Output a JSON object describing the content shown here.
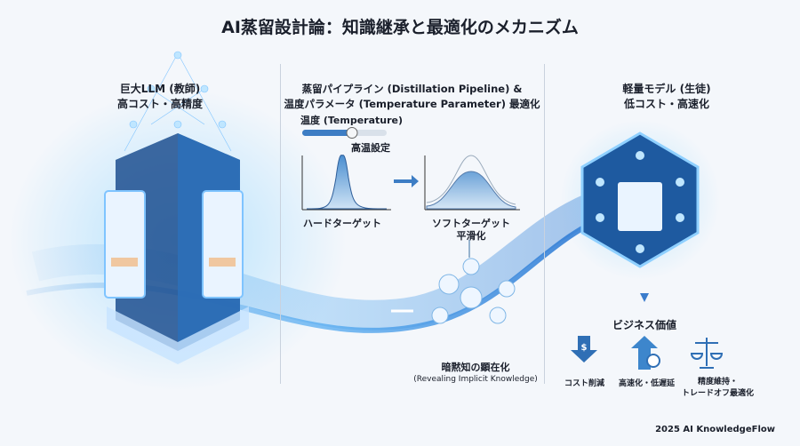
{
  "title": "AI蒸留設計論：知識継承と最適化のメカニズム",
  "teacher": {
    "line1": "巨大LLM (教師)",
    "line2": "高コスト・高精度"
  },
  "pipeline": {
    "line1": "蒸留パイプライン (Distillation Pipeline) &",
    "line2": "温度パラメータ (Temperature Parameter) 最適化",
    "temp_label": "温度 (Temperature)",
    "temp_level": 0.6,
    "temp_setting": "高温設定",
    "hard_label": "ハードターゲット",
    "soft_label": "ソフトターゲット",
    "soft_sub": "平滑化"
  },
  "student": {
    "line1": "軽量モデル (生徒)",
    "line2": "低コスト・高速化"
  },
  "implicit": {
    "line1": "暗黙知の顕在化",
    "line2": "(Revealing Implicit Knowledge)"
  },
  "business": {
    "title": "ビジネス価値",
    "items": [
      {
        "icon": "dollar-down-arrow-icon",
        "label": "コスト削減"
      },
      {
        "icon": "up-arrow-clock-icon",
        "label": "高速化・低遅延"
      },
      {
        "icon": "balance-scale-icon",
        "label": "精度維持・",
        "label2": "トレードオフ最適化"
      }
    ]
  },
  "footer": "2025 AI KnowledgeFlow",
  "colors": {
    "accent": "#2f6fb5",
    "glow": "#5bb8f5",
    "text": "#1a1f2b"
  }
}
